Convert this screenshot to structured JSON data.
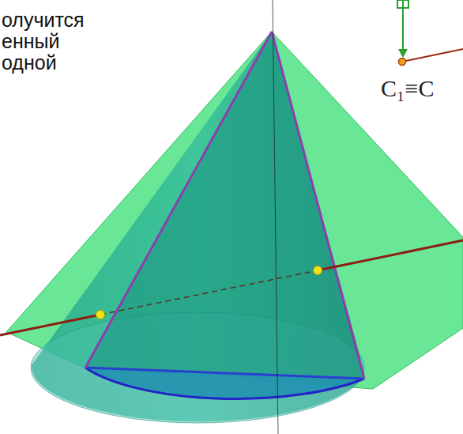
{
  "diagram": {
    "labels": [
      "олучится",
      "енный",
      "одной",
      "C₁≡C"
    ]
  }
}
